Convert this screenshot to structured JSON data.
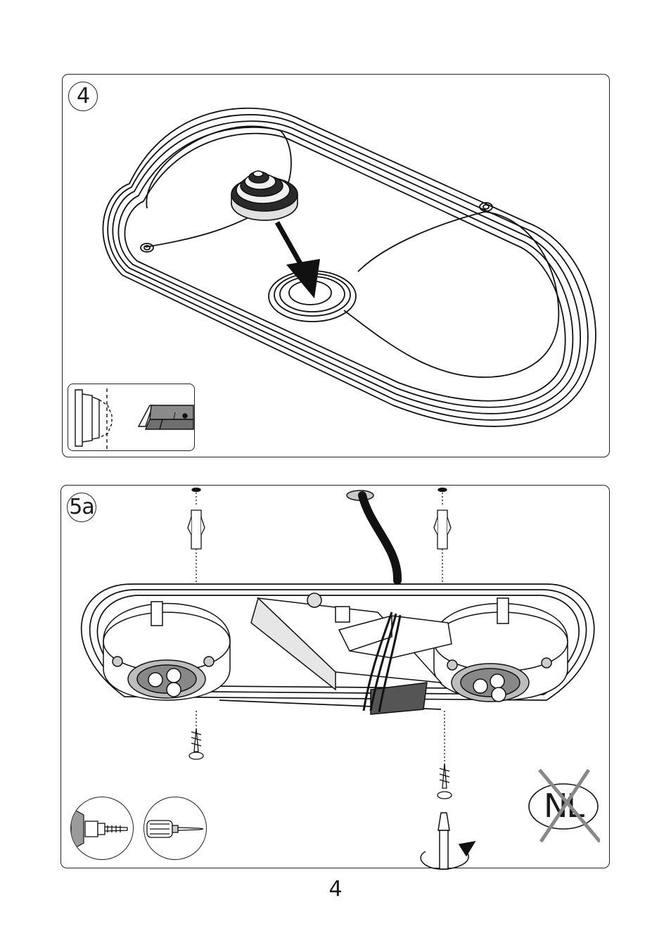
{
  "steps": [
    {
      "number": "4"
    },
    {
      "number": "5a"
    }
  ],
  "nl_warning": {
    "text": "NL"
  },
  "footer": {
    "page_number": "4"
  },
  "icons": {
    "step4_main": "ceiling-plate-with-grommet-icon",
    "step4_inset": "cutter-knife-icon",
    "step5a_main": "ceiling-mount-wiring-icon",
    "drill": "drill-icon",
    "screwdriver": "screwdriver-icon",
    "rotate": "rotate-clockwise-icon",
    "nl_prohibited": "not-for-nl-icon"
  }
}
